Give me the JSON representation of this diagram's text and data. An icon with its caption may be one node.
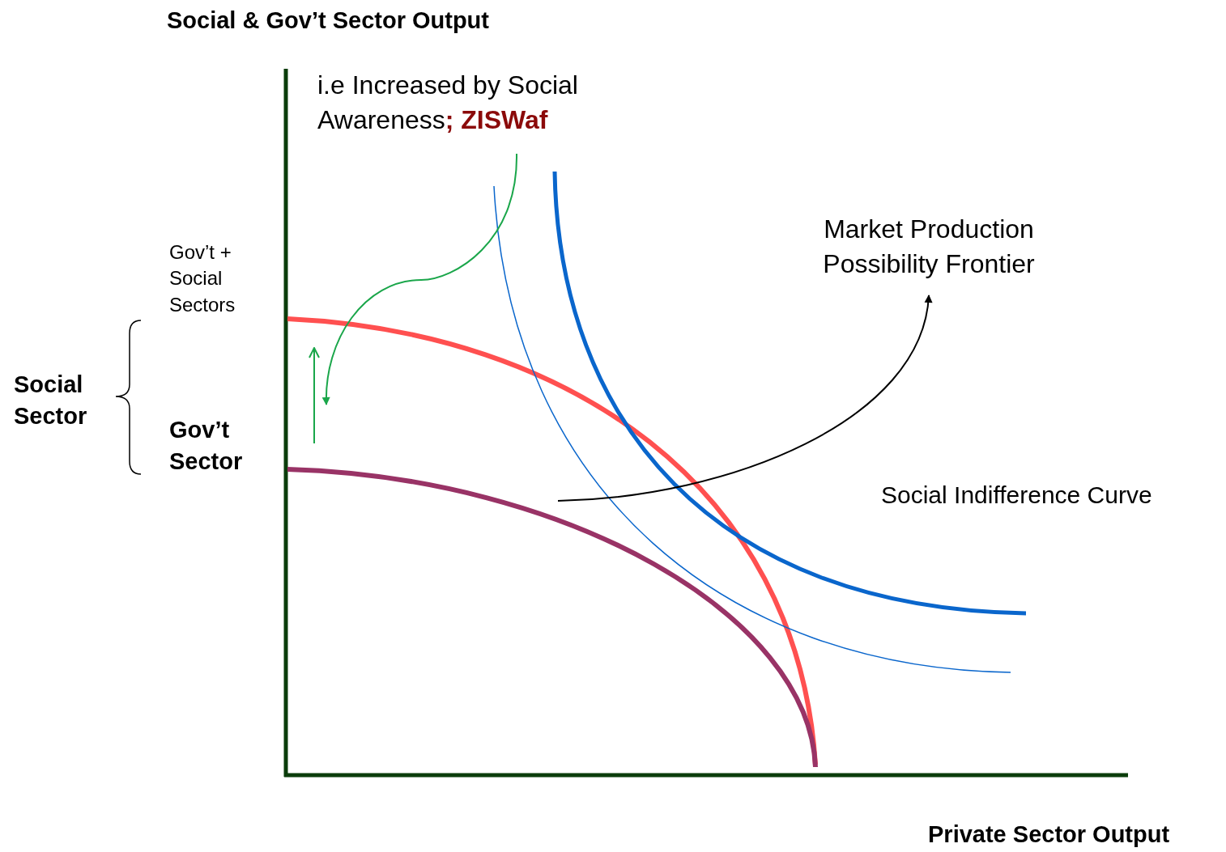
{
  "diagram": {
    "nodes": [
      {
        "text": [
          "i.e Increased by Social Awareness**; ZISWaf**"
        ]
      },
      {
        "text": [
          "Market Production Possibility Frontier"
        ]
      },
      {
        "text": [],
        "shape": "curve"
      }
    ],
    "edges": [
      {
        "from": 0,
        "to": null,
        "arrow": "to",
        "color": "#1aa64a"
      },
      {
        "from": 2,
        "to": 1,
        "arrow": "to",
        "color": "#000000"
      }
    ],
    "labels": [
      "Social & Gov’t Sector Output",
      "Gov’t + Social Sectors",
      "Social Sector",
      "Gov’t Sector",
      "Social Indifference Curve",
      "Private Sector Output"
    ]
  }
}
